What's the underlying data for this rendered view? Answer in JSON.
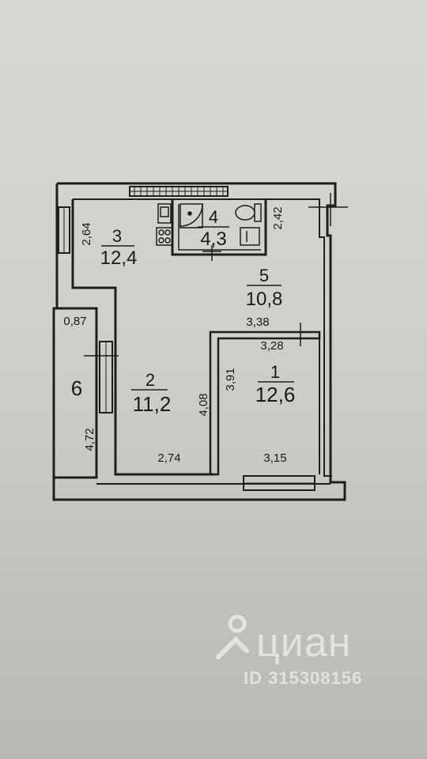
{
  "rooms": [
    {
      "number": "1",
      "area": "12,6"
    },
    {
      "number": "2",
      "area": "11,2"
    },
    {
      "number": "3",
      "area": "12,4"
    },
    {
      "number": "4",
      "area": "4,3"
    },
    {
      "number": "5",
      "area": "10,8"
    },
    {
      "number": "6"
    }
  ],
  "dimensions": {
    "d264": "2,64",
    "d242": "2,42",
    "d087": "0,87",
    "d338": "3,38",
    "d328": "3,28",
    "d391": "3,91",
    "d408": "4,08",
    "d472": "4,72",
    "d274": "2,74",
    "d315": "3,15"
  },
  "watermark": {
    "brand": "циан",
    "listing_id": "ID 315308156"
  }
}
